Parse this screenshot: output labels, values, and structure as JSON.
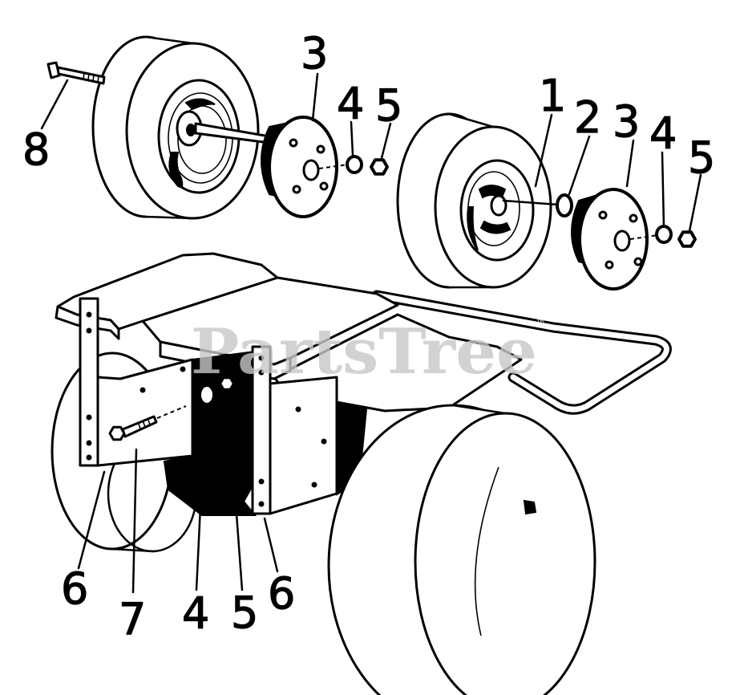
{
  "diagram": {
    "callouts": {
      "top_left": [
        "8",
        "3",
        "4",
        "5"
      ],
      "top_right": [
        "1",
        "2",
        "3",
        "4",
        "5"
      ],
      "bottom": [
        "6",
        "7",
        "4",
        "5",
        "6"
      ]
    },
    "watermark": {
      "text": "PartsTree",
      "trademark": "™"
    }
  },
  "colors": {
    "line": "#000000",
    "background": "#ffffff",
    "watermark": "#c8c8c8"
  }
}
